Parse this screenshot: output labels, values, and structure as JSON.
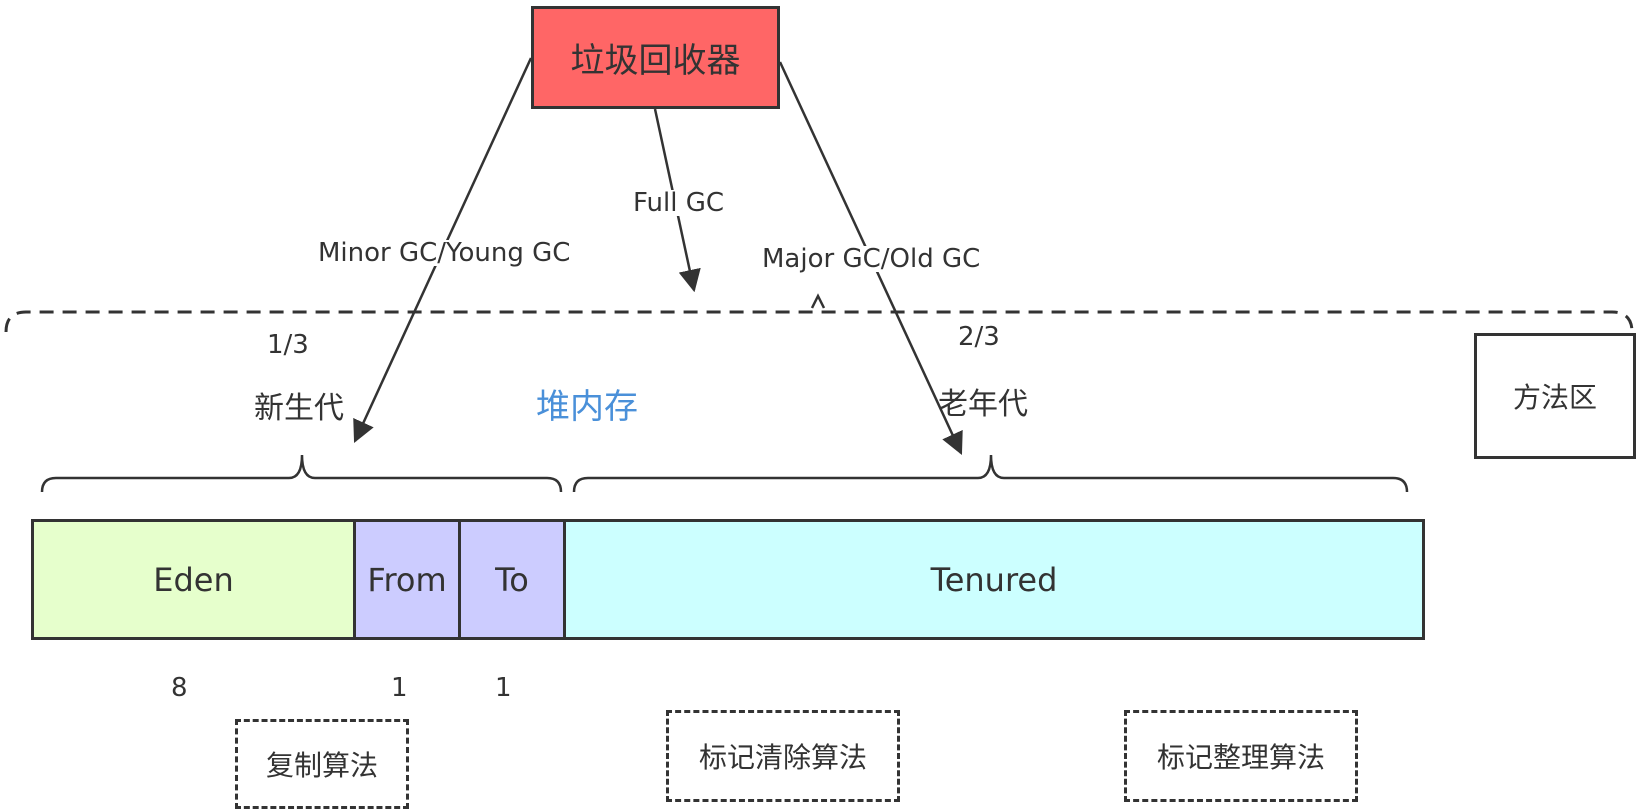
{
  "gc": {
    "label": "垃圾回收器"
  },
  "edges": {
    "minor": "Minor GC/Young GC",
    "full": "Full GC",
    "major": "Major GC/Old GC"
  },
  "heap": {
    "title": "堆内存",
    "young": {
      "ratio": "1/3",
      "label": "新生代"
    },
    "old": {
      "ratio": "2/3",
      "label": "老年代"
    }
  },
  "segments": {
    "eden": {
      "label": "Eden",
      "ratio": "8",
      "color": "#e6ffcc"
    },
    "from": {
      "label": "From",
      "ratio": "1",
      "color": "#ccccff"
    },
    "to": {
      "label": "To",
      "ratio": "1",
      "color": "#ccccff"
    },
    "tenured": {
      "label": "Tenured",
      "color": "#ccffff"
    }
  },
  "method_area": {
    "label": "方法区"
  },
  "algorithms": {
    "copy": "复制算法",
    "mark_sweep": "标记清除算法",
    "mark_compact": "标记整理算法"
  },
  "colors": {
    "gc_box": "#ff6666",
    "heap_title": "#4a90d9",
    "stroke": "#333333"
  }
}
